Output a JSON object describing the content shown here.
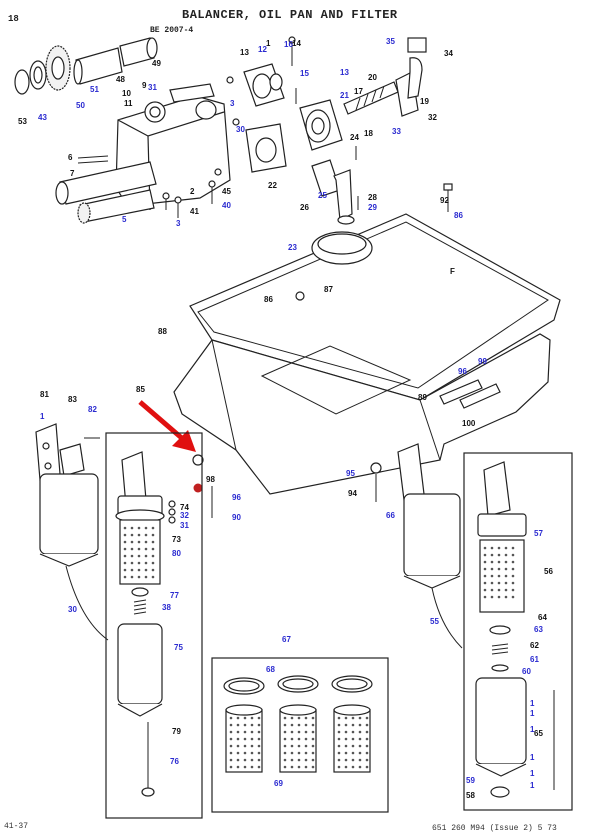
{
  "page": {
    "number": "18",
    "title": "BALANCER, OIL PAN AND FILTER",
    "subtitle": "BE 2007-4",
    "footer_left": "41-37",
    "footer_right": "651 260 M94 (Issue 2) 5 73"
  },
  "labels": [
    {
      "id": "l53",
      "text": "53",
      "color": "black"
    },
    {
      "id": "l43",
      "text": "43",
      "color": "blue"
    },
    {
      "id": "l51",
      "text": "51",
      "color": "blue"
    },
    {
      "id": "l50",
      "text": "50",
      "color": "blue"
    },
    {
      "id": "l48",
      "text": "48",
      "color": "black"
    },
    {
      "id": "l49",
      "text": "49",
      "color": "black"
    },
    {
      "id": "l31a",
      "text": "31",
      "color": "blue"
    },
    {
      "id": "l9a",
      "text": "9",
      "color": "black"
    },
    {
      "id": "l10",
      "text": "10",
      "color": "black"
    },
    {
      "id": "l11",
      "text": "11",
      "color": "black"
    },
    {
      "id": "l3a",
      "text": "3",
      "color": "blue"
    },
    {
      "id": "l30a",
      "text": "30",
      "color": "blue"
    },
    {
      "id": "l6",
      "text": "6",
      "color": "black"
    },
    {
      "id": "l7",
      "text": "7",
      "color": "black"
    },
    {
      "id": "l5",
      "text": "5",
      "color": "blue"
    },
    {
      "id": "l2",
      "text": "2",
      "color": "black"
    },
    {
      "id": "l41",
      "text": "41",
      "color": "black"
    },
    {
      "id": "l3b",
      "text": "3",
      "color": "blue"
    },
    {
      "id": "l45",
      "text": "45",
      "color": "black"
    },
    {
      "id": "l40",
      "text": "40",
      "color": "blue"
    },
    {
      "id": "l13",
      "text": "13",
      "color": "black"
    },
    {
      "id": "l12",
      "text": "12",
      "color": "blue"
    },
    {
      "id": "l1a",
      "text": "1",
      "color": "black"
    },
    {
      "id": "l16",
      "text": "16",
      "color": "blue"
    },
    {
      "id": "l14",
      "text": "14",
      "color": "black"
    },
    {
      "id": "l15",
      "text": "15",
      "color": "blue"
    },
    {
      "id": "l13b",
      "text": "13",
      "color": "blue"
    },
    {
      "id": "l20",
      "text": "20",
      "color": "black"
    },
    {
      "id": "l21",
      "text": "21",
      "color": "blue"
    },
    {
      "id": "l17",
      "text": "17",
      "color": "black"
    },
    {
      "id": "l35",
      "text": "35",
      "color": "blue"
    },
    {
      "id": "l34",
      "text": "34",
      "color": "black"
    },
    {
      "id": "l19",
      "text": "19",
      "color": "black"
    },
    {
      "id": "l33",
      "text": "33",
      "color": "blue"
    },
    {
      "id": "l32",
      "text": "32",
      "color": "black"
    },
    {
      "id": "l24",
      "text": "24",
      "color": "black"
    },
    {
      "id": "l18",
      "text": "18",
      "color": "black"
    },
    {
      "id": "l22",
      "text": "22",
      "color": "black"
    },
    {
      "id": "l26",
      "text": "26",
      "color": "black"
    },
    {
      "id": "l25",
      "text": "25",
      "color": "blue"
    },
    {
      "id": "l28",
      "text": "28",
      "color": "black"
    },
    {
      "id": "l29",
      "text": "29",
      "color": "blue"
    },
    {
      "id": "l92",
      "text": "92",
      "color": "black"
    },
    {
      "id": "l86a",
      "text": "86",
      "color": "blue"
    },
    {
      "id": "l23",
      "text": "23",
      "color": "blue"
    },
    {
      "id": "lF",
      "text": "F",
      "color": "black"
    },
    {
      "id": "l86b",
      "text": "86",
      "color": "black"
    },
    {
      "id": "l87",
      "text": "87",
      "color": "black"
    },
    {
      "id": "l88",
      "text": "88",
      "color": "black"
    },
    {
      "id": "l85",
      "text": "85",
      "color": "black"
    },
    {
      "id": "l81",
      "text": "81",
      "color": "black"
    },
    {
      "id": "l83",
      "text": "83",
      "color": "black"
    },
    {
      "id": "l82",
      "text": "82",
      "color": "blue"
    },
    {
      "id": "l1b",
      "text": "1",
      "color": "blue"
    },
    {
      "id": "l99",
      "text": "99",
      "color": "blue"
    },
    {
      "id": "l96a",
      "text": "96",
      "color": "blue"
    },
    {
      "id": "l89",
      "text": "89",
      "color": "black"
    },
    {
      "id": "l100",
      "text": "100",
      "color": "black"
    },
    {
      "id": "l95",
      "text": "95",
      "color": "blue"
    },
    {
      "id": "l94",
      "text": "94",
      "color": "black"
    },
    {
      "id": "l66",
      "text": "66",
      "color": "blue"
    },
    {
      "id": "l98",
      "text": "98",
      "color": "black"
    },
    {
      "id": "l96b",
      "text": "96",
      "color": "blue"
    },
    {
      "id": "l90",
      "text": "90",
      "color": "blue"
    },
    {
      "id": "l74",
      "text": "74",
      "color": "black"
    },
    {
      "id": "l32b",
      "text": "32",
      "color": "blue"
    },
    {
      "id": "l31b",
      "text": "31",
      "color": "blue"
    },
    {
      "id": "l73",
      "text": "73",
      "color": "black"
    },
    {
      "id": "l80",
      "text": "80",
      "color": "blue"
    },
    {
      "id": "l77",
      "text": "77",
      "color": "blue"
    },
    {
      "id": "l38",
      "text": "38",
      "color": "blue"
    },
    {
      "id": "l75",
      "text": "75",
      "color": "blue"
    },
    {
      "id": "l79",
      "text": "79",
      "color": "black"
    },
    {
      "id": "l76",
      "text": "76",
      "color": "blue"
    },
    {
      "id": "l30b",
      "text": "30",
      "color": "blue"
    },
    {
      "id": "l57",
      "text": "57",
      "color": "blue"
    },
    {
      "id": "l56",
      "text": "56",
      "color": "black"
    },
    {
      "id": "l64",
      "text": "64",
      "color": "black"
    },
    {
      "id": "l63",
      "text": "63",
      "color": "blue"
    },
    {
      "id": "l62",
      "text": "62",
      "color": "black"
    },
    {
      "id": "l61",
      "text": "61",
      "color": "blue"
    },
    {
      "id": "l60",
      "text": "60",
      "color": "blue"
    },
    {
      "id": "l55",
      "text": "55",
      "color": "blue"
    },
    {
      "id": "l65",
      "text": "65",
      "color": "black"
    },
    {
      "id": "l59",
      "text": "59",
      "color": "blue"
    },
    {
      "id": "l58",
      "text": "58",
      "color": "black"
    },
    {
      "id": "l67",
      "text": "67",
      "color": "blue"
    },
    {
      "id": "l68",
      "text": "68",
      "color": "blue"
    },
    {
      "id": "l69",
      "text": "69",
      "color": "blue"
    },
    {
      "id": "lc1",
      "text": "1",
      "color": "blue"
    },
    {
      "id": "lc2",
      "text": "1",
      "color": "blue"
    },
    {
      "id": "lc3",
      "text": "1",
      "color": "blue"
    },
    {
      "id": "lc4",
      "text": "1",
      "color": "blue"
    },
    {
      "id": "lc5",
      "text": "1",
      "color": "blue"
    },
    {
      "id": "lc6",
      "text": "1",
      "color": "blue"
    }
  ],
  "colors": {
    "black_label": "#111111",
    "blue_label": "#2a2ad0",
    "arrow": "#e01010",
    "marker": "#c02020"
  }
}
